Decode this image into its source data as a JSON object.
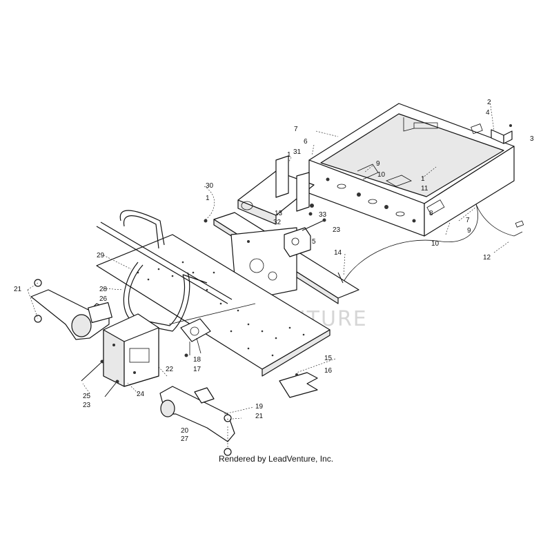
{
  "watermark": "LEADVENTURE",
  "credit": "Rendered by LeadVenture, Inc.",
  "callouts": [
    "1",
    "1",
    "1",
    "2",
    "3",
    "4",
    "5",
    "6",
    "7",
    "7",
    "8",
    "9",
    "9",
    "10",
    "10",
    "11",
    "12",
    "13",
    "14",
    "15",
    "16",
    "17",
    "18",
    "19",
    "20",
    "21",
    "21",
    "22",
    "23",
    "23",
    "24",
    "25",
    "26",
    "27",
    "28",
    "29",
    "30",
    "31",
    "32",
    "33"
  ]
}
